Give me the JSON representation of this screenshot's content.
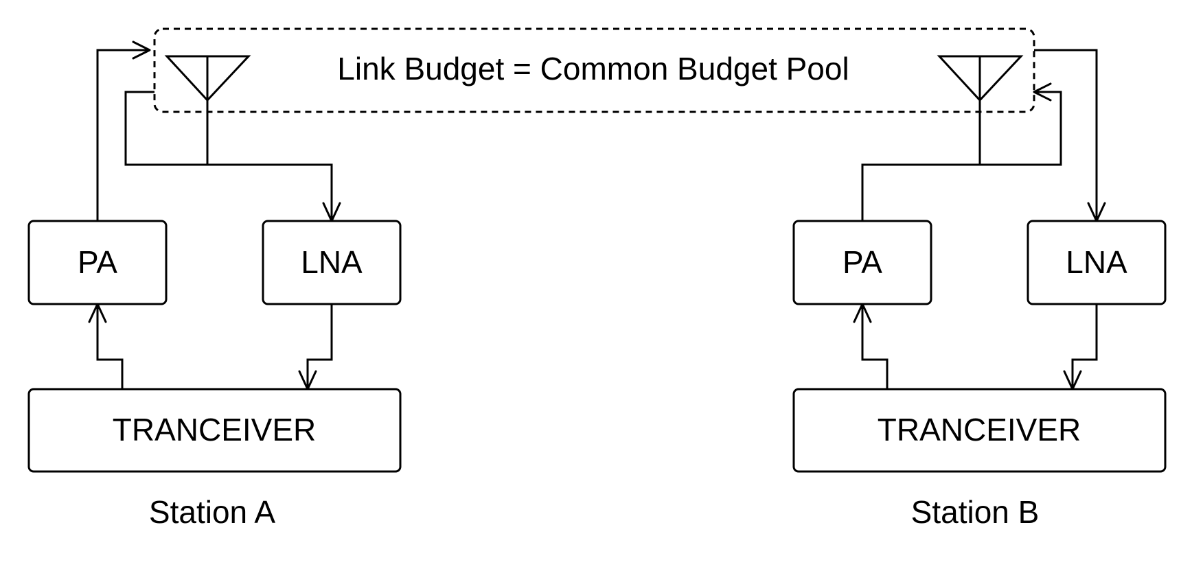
{
  "pool_label": "Link Budget = Common Budget Pool",
  "station_a": {
    "caption": "Station A",
    "pa_label": "PA",
    "lna_label": "LNA",
    "transceiver_label": "TRANCEIVER"
  },
  "station_b": {
    "caption": "Station B",
    "pa_label": "PA",
    "lna_label": "LNA",
    "transceiver_label": "TRANCEIVER"
  }
}
